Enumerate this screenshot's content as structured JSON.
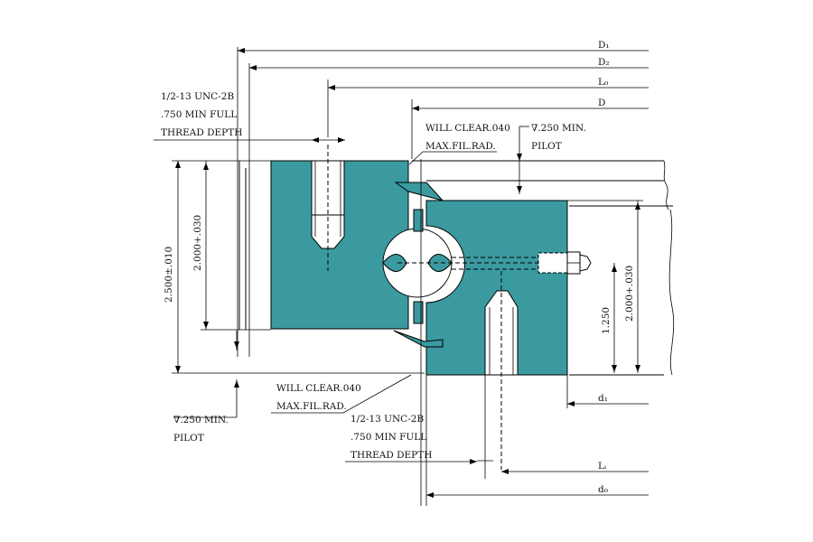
{
  "labels": {
    "D1": "D₁",
    "D2": "D₂",
    "L0": "L₀",
    "D": "D",
    "d1": "d₁",
    "Li": "Lᵢ",
    "d0": "d₀"
  },
  "outer_thread": {
    "line1": "1/2-13 UNC-2B",
    "line2": ".750 MIN FULL",
    "line3": "THREAD DEPTH"
  },
  "inner_thread": {
    "line1": "1/2-13 UNC-2B",
    "line2": ".750 MIN FULL",
    "line3": "THREAD DEPTH"
  },
  "top_clearance": {
    "line1": "WILL CLEAR.040",
    "line2": "MAX.FIL.RAD."
  },
  "bottom_clearance": {
    "line1": "WILL CLEAR.040",
    "line2": "MAX.FIL.RAD."
  },
  "top_pilot": {
    "line1": "∇.250 MIN.",
    "line2": "PILOT"
  },
  "bottom_pilot": {
    "line1": "∇.250 MIN.",
    "line2": "PILOT"
  },
  "dimensions": {
    "overall_height": "2.500±.010",
    "outer_ring_height": "2.000+.030",
    "inner_ring_height": "2.000+.030",
    "offset": "1.250"
  }
}
